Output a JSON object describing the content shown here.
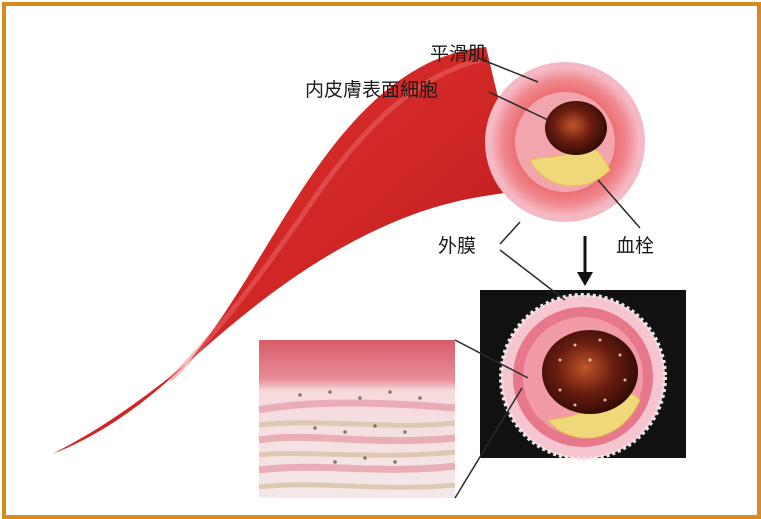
{
  "labels": {
    "smooth_muscle": "平滑肌",
    "endothelial_cells": "内皮膚表面細胞",
    "adventitia": "外膜",
    "thrombus": "血栓"
  },
  "colors": {
    "frame": "#d98a1e",
    "vessel": "#d62a2a",
    "vessel_dark": "#9e1414",
    "wall_pink": "#f2a9b6",
    "plaque": "#f0d77a"
  }
}
